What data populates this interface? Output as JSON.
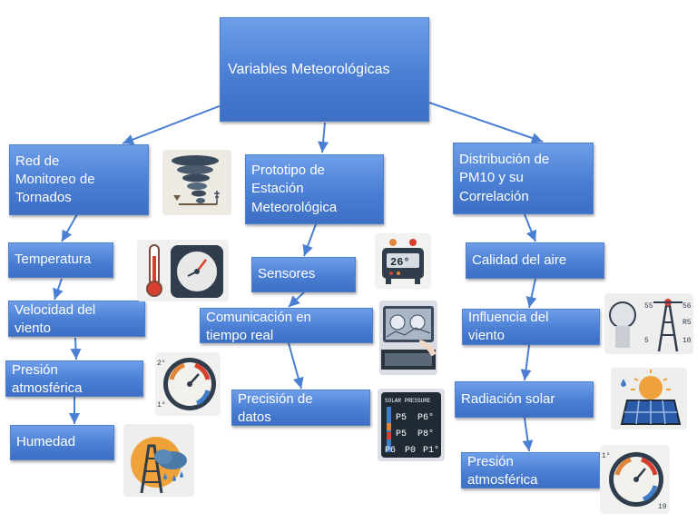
{
  "root": {
    "label": "Variables Meteorológicas"
  },
  "branches": [
    {
      "label": "Red de\nMonitoreo de\nTornados",
      "children": [
        "Temperatura",
        "Velocidad del\nviento",
        "Presión\natmosférica",
        "Humedad"
      ]
    },
    {
      "label": "Prototipo de\nEstación\nMeteorológica",
      "children": [
        "Sensores",
        "Comunicación en\ntiempo real",
        "Precisión de\ndatos"
      ]
    },
    {
      "label": "Distribución de\nPM10 y su\nCorrelación",
      "children": [
        "Calidad del aire",
        "Influencia del\nviento",
        "Radiación solar",
        "Presión\natmosférica"
      ]
    }
  ],
  "illustrations": {
    "tornado": "tornado-icon",
    "thermometer_gauge": "thermometer-icon",
    "barometer": "barometer-icon",
    "humidity": "weather-tower-icon",
    "sensor_device": "sensor-device-icon",
    "realtime_display": "monitor-icon",
    "precision_panel": "data-panel-icon",
    "wind_tower": "wind-tower-icon",
    "solar_panel": "solar-panel-icon",
    "barometer_2": "barometer-icon"
  },
  "gauge_texts": {
    "sensor_reading": "26°",
    "precision_panel_title": "SOLAR PRESSURE",
    "precision_panel_cells": [
      "P5",
      "P6°",
      "P5",
      "P8°",
      "P6",
      "P0",
      "P1°"
    ],
    "barometer_marks": [
      "2°",
      "1°",
      "1°",
      "19"
    ],
    "wind_labels": [
      "55",
      "56",
      "R5",
      "10",
      "5"
    ]
  },
  "colors": {
    "node_fill": "#4a7fd4",
    "node_border": "#4f7fcf",
    "connector": "#4a7fd4",
    "node_text": "#ffffff"
  }
}
